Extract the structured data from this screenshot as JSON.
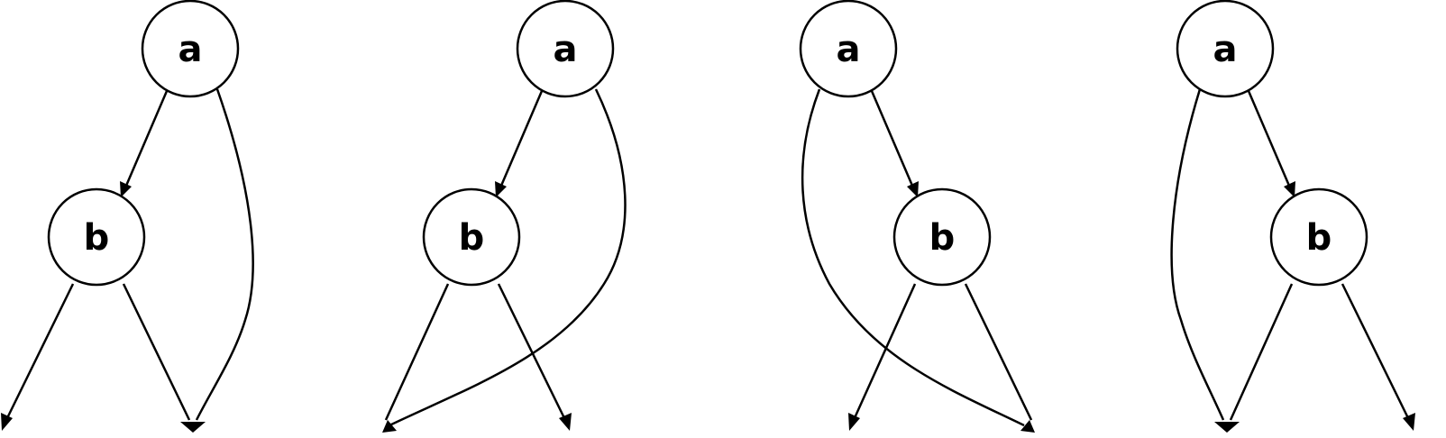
{
  "diagrams": [
    {
      "nodes": [
        {
          "id": "a",
          "label": "a"
        },
        {
          "id": "b",
          "label": "b"
        }
      ],
      "edges": [
        {
          "from": "a",
          "to": "b"
        },
        {
          "from": "b",
          "to": "left-exit"
        },
        {
          "from": "b",
          "to": "right-exit"
        },
        {
          "from": "a",
          "to": "right-exit",
          "curve": "right"
        }
      ]
    },
    {
      "nodes": [
        {
          "id": "a",
          "label": "a"
        },
        {
          "id": "b",
          "label": "b"
        }
      ],
      "edges": [
        {
          "from": "a",
          "to": "b"
        },
        {
          "from": "b",
          "to": "left-exit"
        },
        {
          "from": "b",
          "to": "right-exit"
        },
        {
          "from": "a",
          "to": "left-exit",
          "curve": "crossing"
        }
      ]
    },
    {
      "nodes": [
        {
          "id": "a",
          "label": "a"
        },
        {
          "id": "b",
          "label": "b"
        }
      ],
      "edges": [
        {
          "from": "a",
          "to": "b"
        },
        {
          "from": "b",
          "to": "left-exit"
        },
        {
          "from": "b",
          "to": "right-exit"
        },
        {
          "from": "a",
          "to": "right-exit",
          "curve": "crossing"
        }
      ]
    },
    {
      "nodes": [
        {
          "id": "a",
          "label": "a"
        },
        {
          "id": "b",
          "label": "b"
        }
      ],
      "edges": [
        {
          "from": "a",
          "to": "b"
        },
        {
          "from": "b",
          "to": "left-exit"
        },
        {
          "from": "b",
          "to": "right-exit"
        },
        {
          "from": "a",
          "to": "left-exit",
          "curve": "left"
        }
      ]
    }
  ]
}
